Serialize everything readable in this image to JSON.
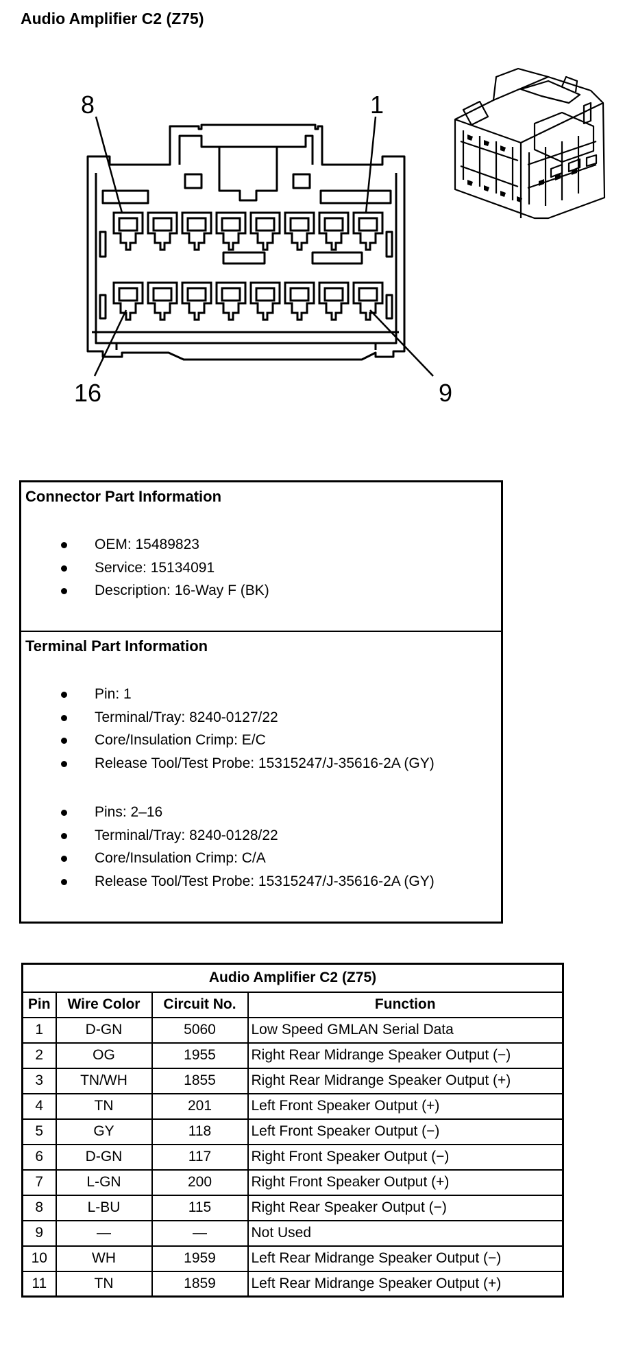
{
  "page": {
    "title": "Audio Amplifier C2 (Z75)"
  },
  "connector_drawing": {
    "pin_labels": {
      "top_left": "8",
      "top_right": "1",
      "bottom_left": "16",
      "bottom_right": "9"
    }
  },
  "connector_info": {
    "heading": "Connector Part Information",
    "items": [
      "OEM: 15489823",
      "Service: 15134091",
      "Description: 16-Way F (BK)"
    ]
  },
  "terminal_info": {
    "heading": "Terminal Part Information",
    "group1": [
      "Pin: 1",
      "Terminal/Tray: 8240-0127/22",
      "Core/Insulation Crimp: E/C",
      "Release Tool/Test Probe: 15315247/J-35616-2A (GY)"
    ],
    "group2": [
      "Pins: 2–16",
      "Terminal/Tray: 8240-0128/22",
      "Core/Insulation Crimp: C/A",
      "Release Tool/Test Probe: 15315247/J-35616-2A (GY)"
    ]
  },
  "pin_table": {
    "caption": "Audio Amplifier C2 (Z75)",
    "headers": [
      "Pin",
      "Wire Color",
      "Circuit No.",
      "Function"
    ],
    "rows": [
      [
        "1",
        "D-GN",
        "5060",
        "Low Speed GMLAN Serial Data"
      ],
      [
        "2",
        "OG",
        "1955",
        "Right Rear Midrange Speaker Output (−)"
      ],
      [
        "3",
        "TN/WH",
        "1855",
        "Right Rear Midrange Speaker Output (+)"
      ],
      [
        "4",
        "TN",
        "201",
        "Left Front Speaker Output (+)"
      ],
      [
        "5",
        "GY",
        "118",
        "Left Front Speaker Output (−)"
      ],
      [
        "6",
        "D-GN",
        "117",
        "Right Front Speaker Output (−)"
      ],
      [
        "7",
        "L-GN",
        "200",
        "Right Front Speaker Output (+)"
      ],
      [
        "8",
        "L-BU",
        "115",
        "Right Rear Speaker Output (−)"
      ],
      [
        "9",
        "—",
        "—",
        "Not Used"
      ],
      [
        "10",
        "WH",
        "1959",
        "Left Rear Midrange Speaker Output (−)"
      ],
      [
        "11",
        "TN",
        "1859",
        "Left Rear Midrange Speaker Output (+)"
      ]
    ]
  }
}
